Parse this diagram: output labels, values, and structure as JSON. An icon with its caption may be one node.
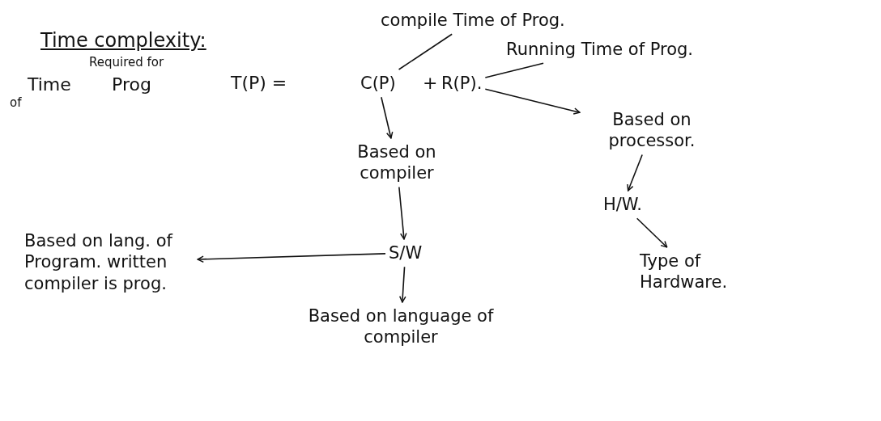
{
  "diagram": {
    "title": "Time complexity:",
    "nodes": [
      {
        "text": [
          "C(P)"
        ]
      },
      {
        "text": [
          "R(P)."
        ]
      },
      {
        "text": [
          "compile Time of Prog."
        ]
      },
      {
        "text": [
          "Running Time of Prog."
        ]
      },
      {
        "text": [
          "Based on compiler"
        ]
      },
      {
        "text": [
          "Based on processor."
        ]
      },
      {
        "text": [
          "S/W"
        ]
      },
      {
        "text": [
          "H/W."
        ]
      },
      {
        "text": [
          "Based on language of compiler"
        ]
      },
      {
        "text": [
          "Type of Hardware."
        ]
      },
      {
        "text": [
          "Based on lang. of Program. written compiler is prog."
        ]
      }
    ],
    "edges": [
      {
        "from": 2,
        "to": 0,
        "arrow": "none"
      },
      {
        "from": 3,
        "to": 1,
        "arrow": "none"
      },
      {
        "from": 0,
        "to": 4,
        "arrow": "to"
      },
      {
        "from": 1,
        "to": 5,
        "arrow": "to"
      },
      {
        "from": 4,
        "to": 6,
        "arrow": "to"
      },
      {
        "from": 5,
        "to": 7,
        "arrow": "to"
      },
      {
        "from": 6,
        "to": 8,
        "arrow": "to"
      },
      {
        "from": 7,
        "to": 9,
        "arrow": "to"
      },
      {
        "from": 6,
        "to": 10,
        "arrow": "to"
      }
    ],
    "labels": [
      "Required for",
      "Time",
      "Prog",
      "of",
      "T(P) =",
      "+"
    ]
  }
}
